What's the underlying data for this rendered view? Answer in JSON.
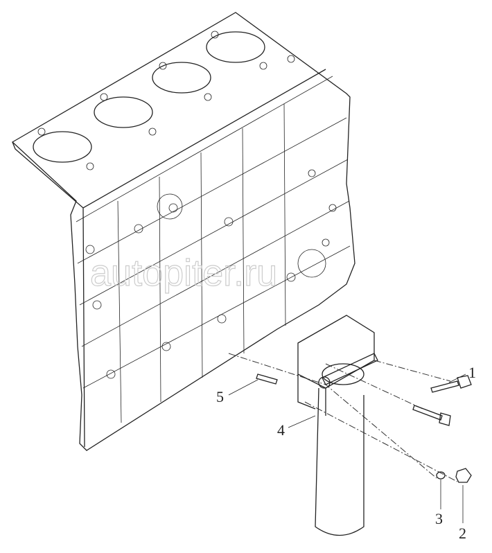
{
  "diagram": {
    "callouts": [
      {
        "id": "1",
        "label": "1"
      },
      {
        "id": "2",
        "label": "2"
      },
      {
        "id": "3",
        "label": "3"
      },
      {
        "id": "4",
        "label": "4"
      },
      {
        "id": "5",
        "label": "5"
      }
    ],
    "watermark": "autopiter.ru"
  }
}
